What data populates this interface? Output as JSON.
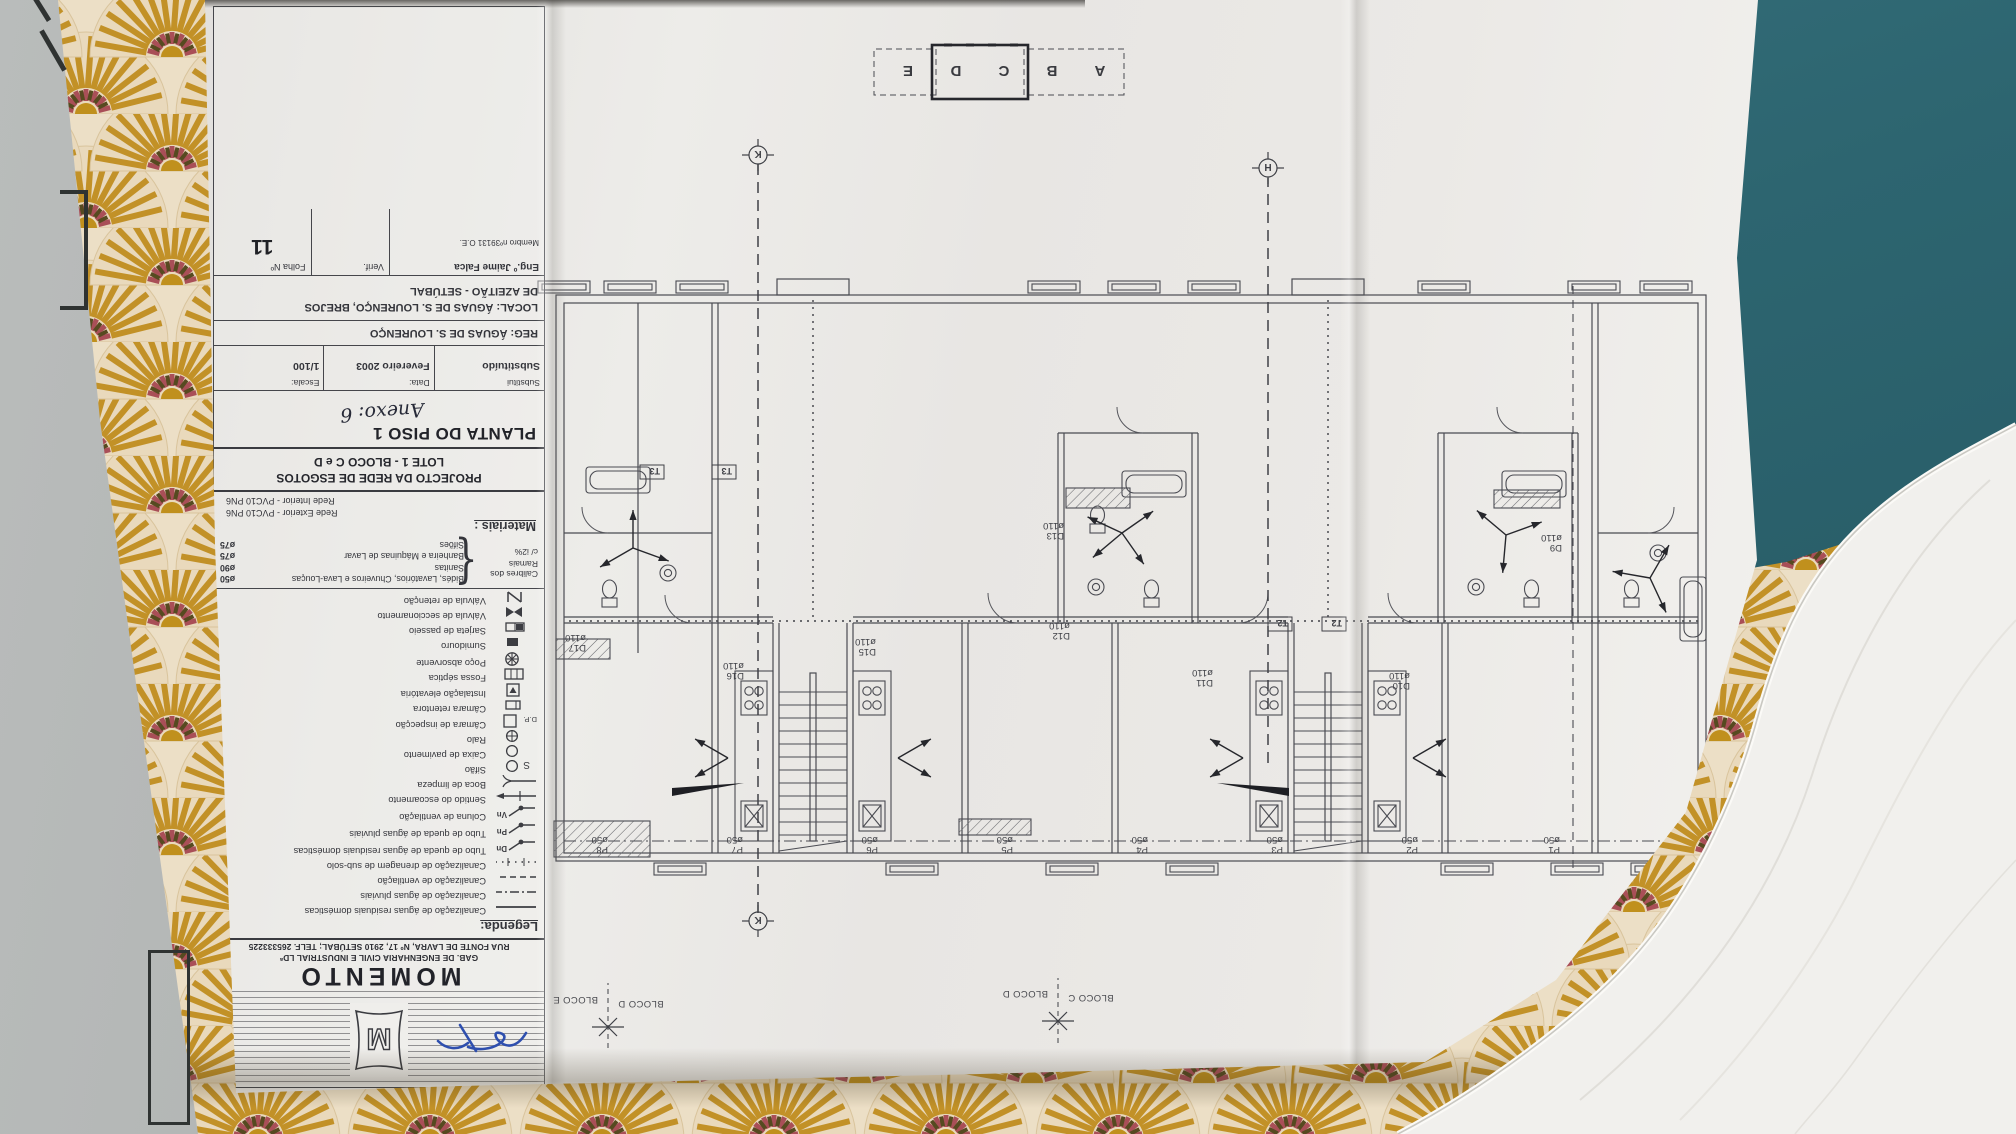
{
  "palette": {
    "paper": "#ebe9e6",
    "drawing_line": "#4a4b52",
    "fabric_background": "#ecdfc6",
    "fabric_mustard": "#c29127",
    "fabric_maroon": "#a94f57",
    "fabric_dark_olive": "#564a20",
    "cushion_teal": "#2d6570",
    "wall_beige": "#d6cdc1",
    "rolled_paper": "#f1f0ed",
    "gray_object": "#a8abaa",
    "signature_blue": "#2e4fae"
  },
  "company": {
    "name": "MOMENTO",
    "logo_letter": "M",
    "line1": "GAB. DE ENGENHARIA CIVIL E INDUSTRIAL LDª",
    "line2": "RUA FONTE DE LAVRA, Nº 17, 2910 SETÚBAL; TELF. 265333225"
  },
  "legend": {
    "heading": "Legenda:",
    "items": [
      {
        "symbol": "solid-line",
        "label": "Canalização de águas residuais domésticas"
      },
      {
        "symbol": "dash-dot-line",
        "label": "Canalização de águas pluviais"
      },
      {
        "symbol": "dashed-line",
        "label": "Canalização de ventilação"
      },
      {
        "symbol": "dotted-tick-line",
        "label": "Canalização de drenagem de sub-solo"
      },
      {
        "symbol": "riser",
        "tag": "Dn",
        "label": "Tubo de queda de águas residuais domésticas"
      },
      {
        "symbol": "riser",
        "tag": "Pn",
        "label": "Tubo de queda de águas pluviais"
      },
      {
        "symbol": "riser",
        "tag": "Vn",
        "label": "Coluna de ventilação"
      },
      {
        "symbol": "flow-arrow",
        "label": "Sentido do escoamento"
      },
      {
        "symbol": "cleanout",
        "label": "Boca de limpeza"
      },
      {
        "symbol": "circle-s",
        "tag": "S",
        "label": "Sifão"
      },
      {
        "symbol": "circle",
        "label": "Caixa de pavimento"
      },
      {
        "symbol": "circle-cross",
        "label": "Ralo"
      },
      {
        "symbol": "square",
        "tag": "D.P.",
        "label": "Câmara de inspecção"
      },
      {
        "symbol": "small-rect",
        "label": "Câmara retentora"
      },
      {
        "symbol": "square-triangle",
        "label": "Instalação elevatória"
      },
      {
        "symbol": "rect-bars",
        "label": "Fossa séptica"
      },
      {
        "symbol": "circle-spokes",
        "label": "Poço absorvente"
      },
      {
        "symbol": "filled-rect",
        "label": "Sumidouro"
      },
      {
        "symbol": "split-rect",
        "label": "Sarjeta de passeio"
      },
      {
        "symbol": "bowtie-valve",
        "label": "Válvula de seccionamento"
      },
      {
        "symbol": "n-valve",
        "label": "Válvula de retenção"
      }
    ]
  },
  "calibres": {
    "label_line1": "Calibres dos",
    "label_line2": "Ramais",
    "note": "c/ i2%",
    "items": [
      {
        "label": "Bidés, Lavatórios, Chuveiros e Lava-Louças",
        "size": "ø50"
      },
      {
        "label": "Sanitas",
        "size": "ø90"
      },
      {
        "label": "Banheira e Máquinas de Lavar",
        "size": "ø75"
      },
      {
        "label": "Sifões",
        "size": "ø75"
      }
    ]
  },
  "materials": {
    "heading": "Materiais :",
    "rede_exterior": "Rede Exterior - PVC10 PN6",
    "rede_interior": "Rede Interior - PVC10 PN6"
  },
  "project": {
    "title_line1": "PROJECTO DA REDE DE ESGOTOS",
    "title_line2": "LOTE 1 - BLOCO C e D",
    "drawing_title": "PLANTA DO PISO 1",
    "annex": "Anexo: 6",
    "substitui_label": "Substitui",
    "data_label": "Data:",
    "escala_label": "Escala:",
    "substituido": "Substituído",
    "date": "Fevereiro 2003",
    "scale": "1/100",
    "reg": "REG:   ÁGUAS DE S. LOURENÇO",
    "local_line1": "LOCAL: ÁGUAS DE S. LOURENÇO, BREJOS",
    "local_line2": "DE AZEITÃO - SETÚBAL",
    "engineer": "Eng.º Jaime Falca",
    "membro": "Membro nº39131 O.E.",
    "verif_label": "Verif.",
    "folha_label": "Folha Nº",
    "folha": "11"
  },
  "key_plan": {
    "blocks": [
      "A",
      "B",
      "C",
      "D",
      "E"
    ],
    "highlighted": "C D"
  },
  "plan": {
    "grid_markers": [
      {
        "letter": "K"
      },
      {
        "letter": "H"
      }
    ],
    "boundaries": [
      {
        "left": "BLOCO C",
        "right": "BLOCO D"
      },
      {
        "left": "BLOCO D",
        "right": "BLOCO E"
      }
    ],
    "d_labels": [
      {
        "id": "D9",
        "dia": "ø110"
      },
      {
        "id": "D10",
        "dia": "ø110"
      },
      {
        "id": "D11",
        "dia": "ø110"
      },
      {
        "id": "D12",
        "dia": "ø110"
      },
      {
        "id": "D13",
        "dia": "ø110"
      },
      {
        "id": "D15",
        "dia": "ø110"
      },
      {
        "id": "D16",
        "dia": "ø110"
      },
      {
        "id": "D17",
        "dia": "ø110"
      }
    ],
    "p_labels": [
      {
        "id": "P1",
        "dia": "ø50"
      },
      {
        "id": "P2",
        "dia": "ø50"
      },
      {
        "id": "P3",
        "dia": "ø50"
      },
      {
        "id": "P4",
        "dia": "ø50"
      },
      {
        "id": "P5",
        "dia": "ø50"
      },
      {
        "id": "P6",
        "dia": "ø50"
      },
      {
        "id": "P7",
        "dia": "ø50"
      },
      {
        "id": "P8",
        "dia": "ø50"
      }
    ],
    "unit_tags": [
      "T2",
      "T2",
      "T3",
      "T3"
    ]
  }
}
